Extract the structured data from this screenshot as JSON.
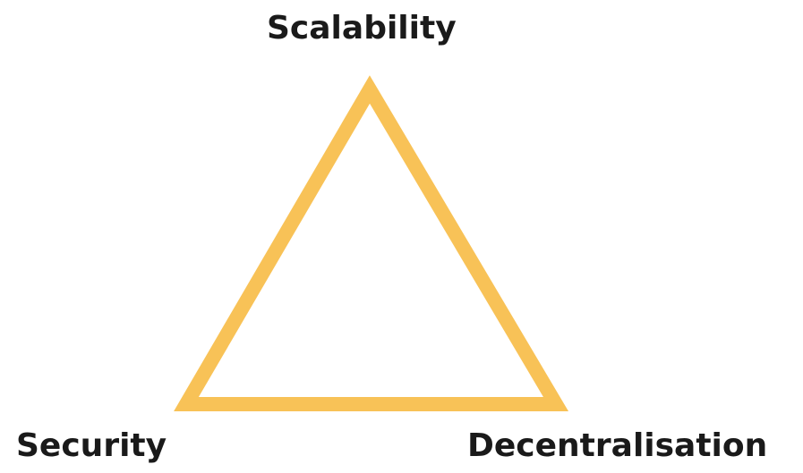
{
  "diagram": {
    "top_label": "Scalability",
    "left_label": "Security",
    "right_label": "Decentralisation",
    "triangle_color": "#f8c257",
    "text_color": "#1a1a1a"
  }
}
